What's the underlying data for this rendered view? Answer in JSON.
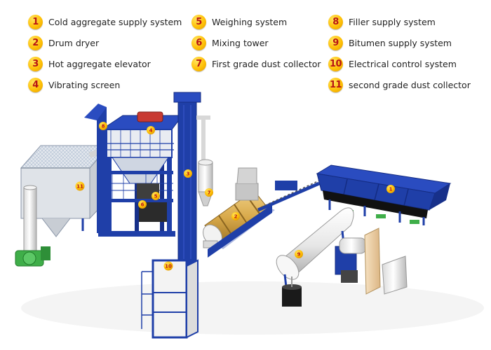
{
  "legend": [
    {
      "num": "1",
      "label": "Cold aggregate supply system"
    },
    {
      "num": "2",
      "label": "Drum dryer"
    },
    {
      "num": "3",
      "label": "Hot aggregate elevator"
    },
    {
      "num": "4",
      "label": "Vibrating screen"
    },
    {
      "num": "5",
      "label": "Weighing system"
    },
    {
      "num": "6",
      "label": "Mixing tower"
    },
    {
      "num": "7",
      "label": "First grade dust collector"
    },
    {
      "num": "8",
      "label": "Filler supply system"
    },
    {
      "num": "9",
      "label": "Bitumen supply system"
    },
    {
      "num": "10",
      "label": "Electrical control system"
    },
    {
      "num": "11",
      "label": "second grade dust collector"
    }
  ],
  "markers": {
    "m1": "1",
    "m2": "2",
    "m3": "3",
    "m4": "4",
    "m5": "5",
    "m6": "6",
    "m7": "7",
    "m8": "8",
    "m9": "9",
    "m10": "10",
    "m11": "11"
  },
  "colors": {
    "structure_blue": "#1f3fa8",
    "tank_white": "#f2f2f2",
    "drum_gold": "#d8a94a",
    "badge_yellow": "#ffc107",
    "badge_text": "#b81414",
    "fan_green": "#3fae49"
  }
}
